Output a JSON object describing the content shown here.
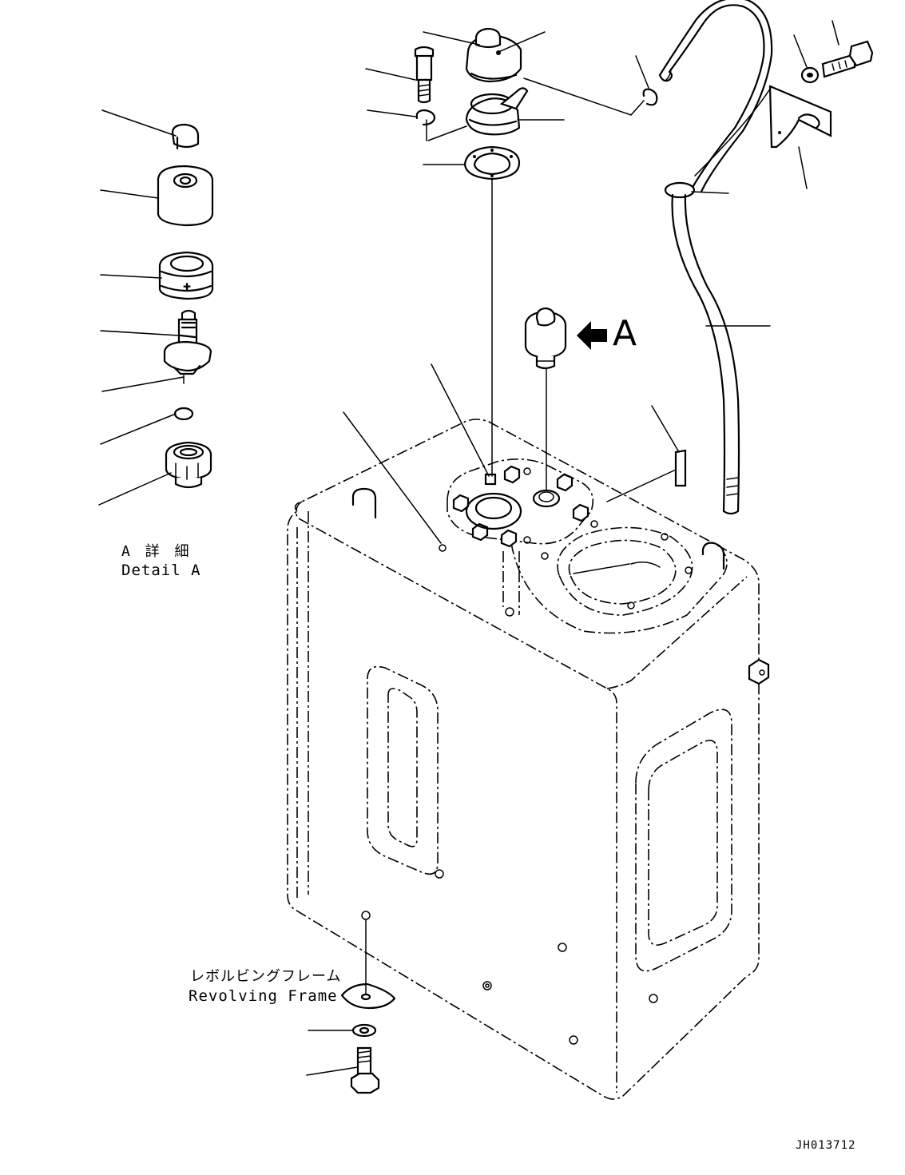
{
  "detail": {
    "title_jp": "A 詳 細",
    "title_en": "Detail A"
  },
  "view_marker": {
    "label": "A"
  },
  "frame": {
    "label_jp": "レボルビングフレーム",
    "label_en": "Revolving Frame"
  },
  "drawing_code": "JH013712"
}
